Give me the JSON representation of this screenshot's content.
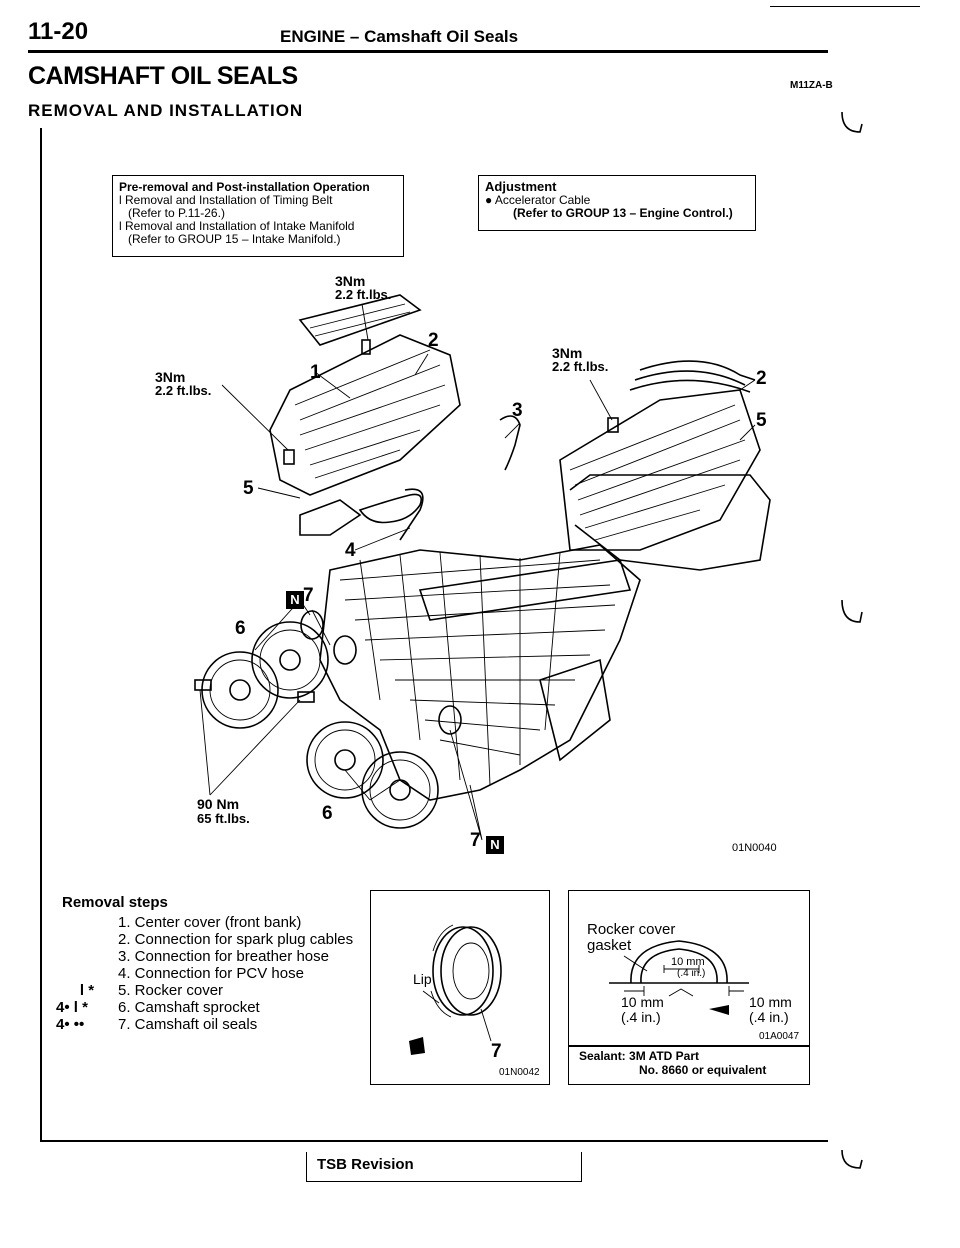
{
  "header": {
    "page_number": "11-20",
    "title": "ENGINE – Camshaft Oil Seals",
    "section_code": "M11ZA-B"
  },
  "section": {
    "title": "CAMSHAFT OIL SEALS",
    "subtitle": "REMOVAL AND INSTALLATION"
  },
  "pre_removal_box": {
    "heading": "Pre-removal and Post-installation Operation",
    "items": [
      {
        "bullet": "l",
        "text": "Removal and Installation of Timing Belt",
        "ref": "(Refer to P.11-26.)"
      },
      {
        "bullet": "l",
        "text": "Removal and Installation of Intake Manifold",
        "ref": "(Refer to GROUP 15 – Intake Manifold.)"
      }
    ]
  },
  "adjustment_box": {
    "heading": "Adjustment",
    "item_bullet": "●",
    "item": "Accelerator Cable",
    "ref": "(Refer to GROUP 13 – Engine Control.)"
  },
  "diagram": {
    "torque_top": {
      "nm": "3Nm",
      "ftlbs": "2.2 ft.lbs."
    },
    "torque_left": {
      "nm": "3Nm",
      "ftlbs": "2.2 ft.lbs."
    },
    "torque_right": {
      "nm": "3Nm",
      "ftlbs": "2.2 ft.lbs."
    },
    "torque_bottom": {
      "nm": "90 Nm",
      "ftlbs": "65 ft.lbs."
    },
    "callouts": [
      "1",
      "2",
      "3",
      "4",
      "5",
      "6",
      "7",
      "2",
      "5",
      "6",
      "7"
    ],
    "new_part_mark": "N",
    "figure_code": "01N0040"
  },
  "removal_steps": {
    "heading": "Removal steps",
    "steps": [
      {
        "marks": "",
        "text": "1. Center cover (front bank)"
      },
      {
        "marks": "",
        "text": "2. Connection for spark plug cables"
      },
      {
        "marks": "",
        "text": "3. Connection for breather hose"
      },
      {
        "marks": "",
        "text": "4. Connection for PCV hose"
      },
      {
        "marks": "l *",
        "text": "5. Rocker cover"
      },
      {
        "marks": "4• l *",
        "text": "6. Camshaft sprocket"
      },
      {
        "marks": "4• ••",
        "text": "7. Camshaft oil seals"
      }
    ]
  },
  "seal_figure": {
    "lip_label": "Lip",
    "callout": "7",
    "figure_code": "01N0042"
  },
  "gasket_figure": {
    "label_line1": "Rocker cover",
    "label_line2": "gasket",
    "dim_top_mm": "10 mm",
    "dim_top_in": "(.4 in.)",
    "dim_left_mm": "10 mm",
    "dim_left_in": "(.4   in.)",
    "dim_right_mm": "10 mm",
    "dim_right_in": "(.4 in.)",
    "figure_code": "01A0047",
    "sealant_line1": "Sealant: 3M ATD Part",
    "sealant_line2": "No. 8660 or equivalent"
  },
  "footer": {
    "tsb": "TSB Revision"
  }
}
